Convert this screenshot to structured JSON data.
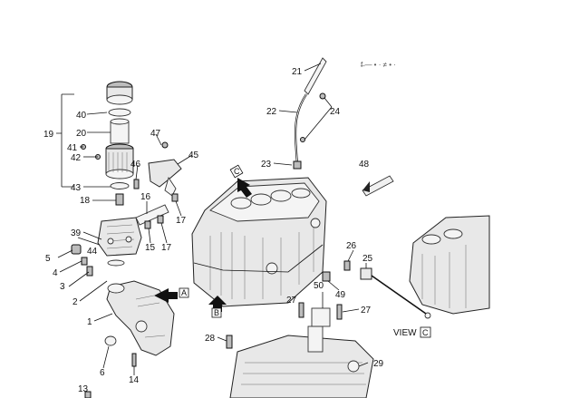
{
  "diagram": {
    "callouts": [
      "1",
      "2",
      "3",
      "4",
      "5",
      "6",
      "13",
      "14",
      "15",
      "16",
      "17",
      "17",
      "18",
      "19",
      "20",
      "21",
      "22",
      "23",
      "24",
      "25",
      "26",
      "27",
      "27",
      "28",
      "29",
      "39",
      "40",
      "41",
      "42",
      "43",
      "44",
      "45",
      "46",
      "47",
      "48",
      "49",
      "50"
    ],
    "views": {
      "view_c_label": "VIEW",
      "view_c_letter": "C",
      "arrow_a_letter": "A",
      "arrow_b_letter": "B",
      "arrow_c_letter": "C"
    },
    "header_fragment": "f̶ — • · ≠ • ·"
  }
}
